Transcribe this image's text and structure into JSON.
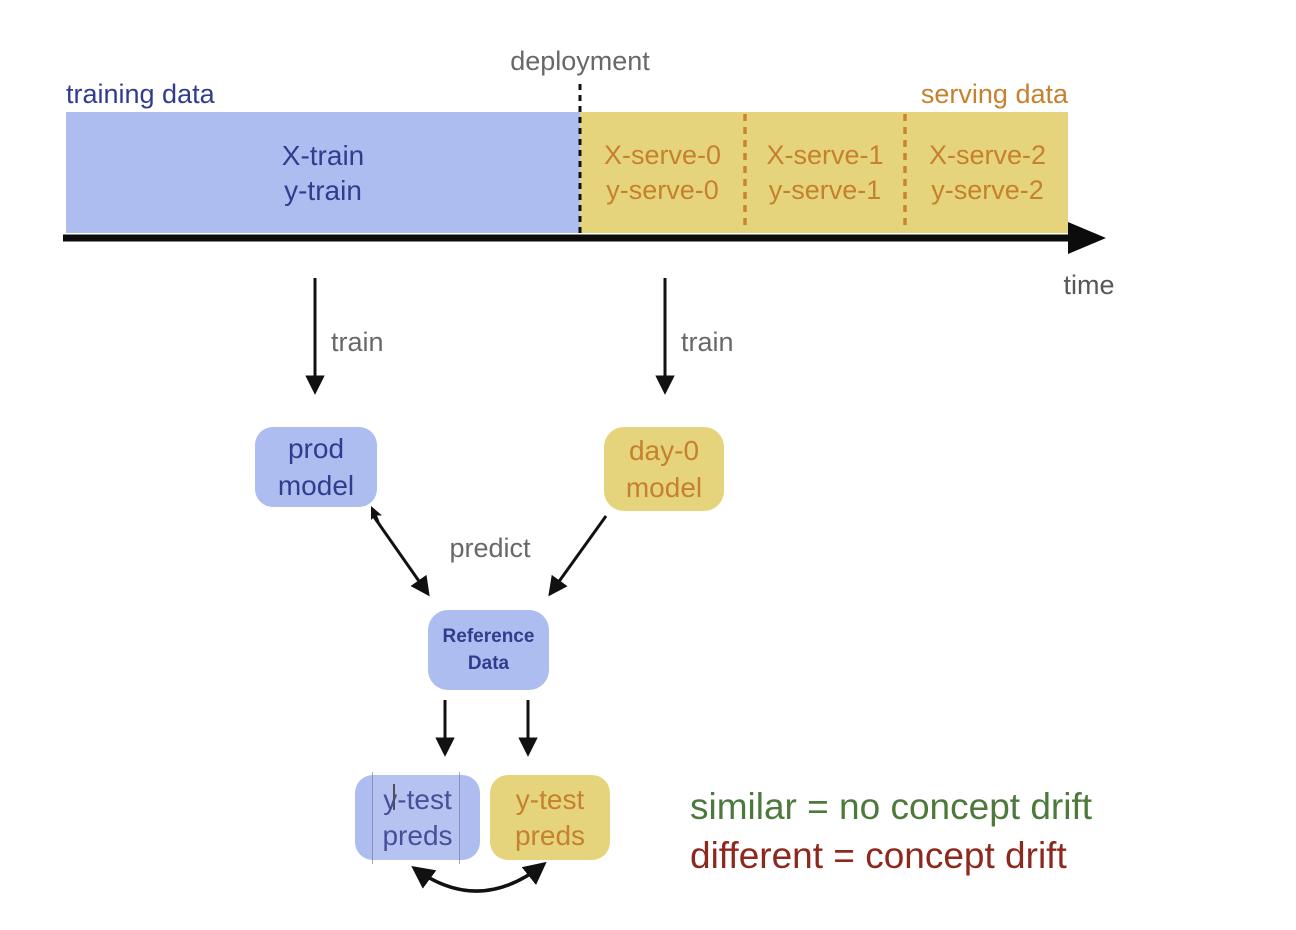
{
  "timeline": {
    "training_label": "training data",
    "deployment_label": "deployment",
    "serving_label": "serving data",
    "time_label": "time",
    "train_block": {
      "line1": "X-train",
      "line2": "y-train"
    },
    "serve_blocks": [
      {
        "line1": "X-serve-0",
        "line2": "y-serve-0"
      },
      {
        "line1": "X-serve-1",
        "line2": "y-serve-1"
      },
      {
        "line1": "X-serve-2",
        "line2": "y-serve-2"
      }
    ]
  },
  "flow": {
    "train_left_label": "train",
    "train_right_label": "train",
    "predict_label": "predict",
    "prod_model": {
      "line1": "prod",
      "line2": "model"
    },
    "day0_model": {
      "line1": "day-0",
      "line2": "model"
    },
    "reference": {
      "line1": "Reference",
      "line2": "Data"
    },
    "ytest_ref": {
      "line1": "y-test",
      "line2": "preds"
    },
    "ytest_day0": {
      "line1": "y-test",
      "line2": "preds"
    }
  },
  "legend": {
    "similar_line": "similar = no concept drift",
    "different_line": "different = concept drift"
  },
  "colors": {
    "blue_fill": "#aebdf0",
    "yellow_fill": "#e6d47d",
    "navy_text": "#323c8e",
    "orange_text": "#c5812d",
    "orange_dash": "#c8862e",
    "gray_text": "#68686b",
    "green_text": "#4d7a3c",
    "red_text": "#8e281c",
    "line_black": "#111111"
  }
}
